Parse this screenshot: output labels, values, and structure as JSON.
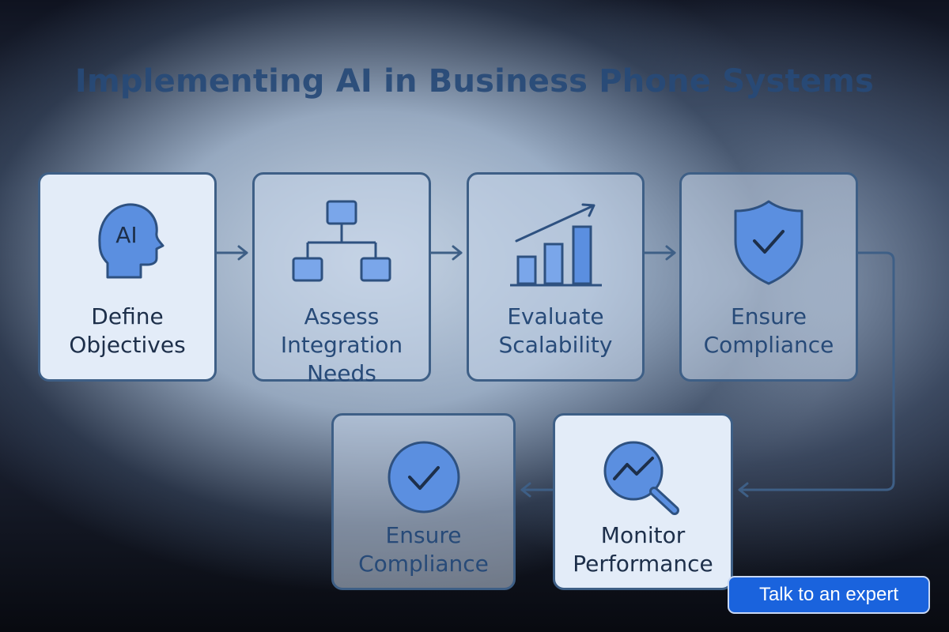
{
  "title": "Implementing AI in Business Phone Systems",
  "steps": [
    {
      "label": "Define Objectives",
      "icon": "ai-head-icon",
      "badge": "AI"
    },
    {
      "label": "Assess Integration Needs",
      "icon": "hierarchy-icon"
    },
    {
      "label": "Evaluate Scalability",
      "icon": "bar-chart-growth-icon"
    },
    {
      "label": "Ensure Compliance",
      "icon": "shield-check-icon"
    },
    {
      "label": "Monitor Performance",
      "icon": "magnifier-trend-icon"
    },
    {
      "label": "Ensure Compliance",
      "icon": "check-circle-icon"
    }
  ],
  "cta": {
    "label": "Talk to an expert"
  },
  "colors": {
    "accent": "#1a63dd",
    "icon_fill": "#5b8fe0",
    "icon_stroke": "#2e5180",
    "text": "#274a78"
  }
}
